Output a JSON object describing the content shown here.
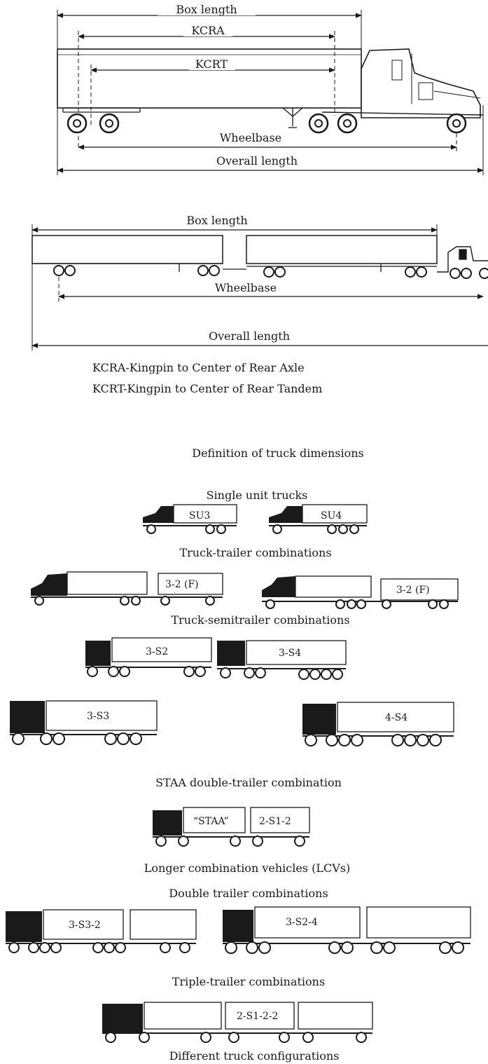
{
  "definition": {
    "diagram1": {
      "box_length": "Box length",
      "kcra": "KCRA",
      "kcrt": "KCRT",
      "wheelbase": "Wheelbase",
      "overall_length": "Overall length"
    },
    "diagram2": {
      "box_length": "Box length",
      "wheelbase": "Wheelbase",
      "overall_length": "Overall length"
    },
    "legend": [
      "KCRA-Kingpin to Center of Rear Axle",
      "KCRT-Kingpin to Center of Rear Tandem"
    ],
    "caption": "Definition of truck dimensions"
  },
  "configurations": {
    "single_unit_heading": "Single unit trucks",
    "su3": "SU3",
    "su4": "SU4",
    "truck_trailer_heading": "Truck-trailer combinations",
    "tt_left": "3-2 (F)",
    "tt_right": "3-2 (F)",
    "semitrailer_heading": "Truck-semitrailer combinations",
    "s2": "3-S2",
    "s4": "3-S4",
    "s3": "3-S3",
    "s4_4": "4-S4",
    "staa_heading": "STAA double-trailer combination",
    "staa_label": "“STAA”",
    "staa_code": "2-S1-2",
    "lcv_heading": "Longer combination vehicles (LCVs)",
    "double_heading": "Double trailer combinations",
    "d1": "3-S3-2",
    "d2": "3-S2-4",
    "triple_heading": "Triple-trailer combinations",
    "t1": "2-S1-2-2",
    "caption": "Different truck configurations"
  }
}
